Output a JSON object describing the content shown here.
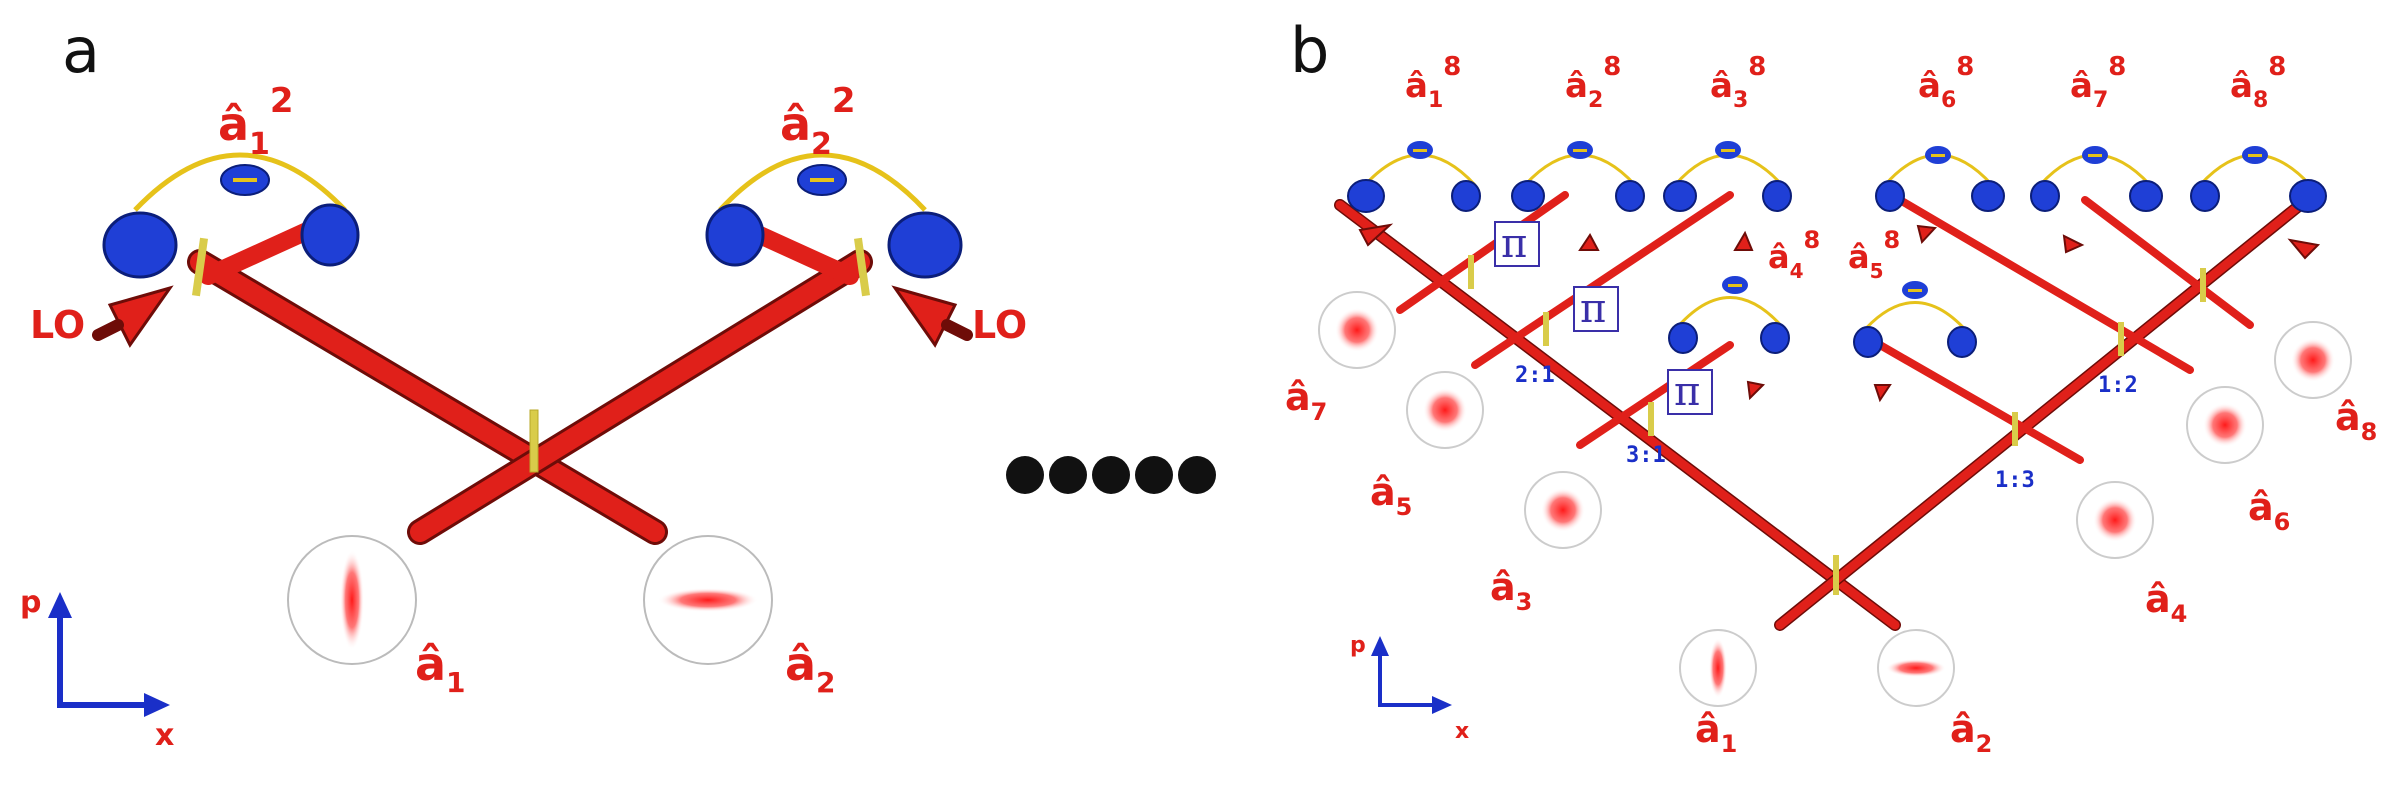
{
  "panels": {
    "a": {
      "label": "a",
      "lo_left": "LO",
      "lo_right": "LO",
      "loops": [
        {
          "base": "â",
          "sub": "1",
          "sup": "2"
        },
        {
          "base": "â",
          "sub": "2",
          "sup": "2"
        }
      ],
      "modes": [
        {
          "base": "â",
          "sub": "1"
        },
        {
          "base": "â",
          "sub": "2"
        }
      ],
      "axes": {
        "vertical": "p",
        "horizontal": "x"
      }
    },
    "b": {
      "label": "b",
      "top_loops": [
        {
          "base": "â",
          "sub": "1",
          "sup": "8"
        },
        {
          "base": "â",
          "sub": "2",
          "sup": "8"
        },
        {
          "base": "â",
          "sub": "3",
          "sup": "8"
        },
        {
          "base": "â",
          "sub": "6",
          "sup": "8"
        },
        {
          "base": "â",
          "sub": "7",
          "sup": "8"
        },
        {
          "base": "â",
          "sub": "8",
          "sup": "8"
        }
      ],
      "inner_loops": [
        {
          "base": "â",
          "sub": "4",
          "sup": "8"
        },
        {
          "base": "â",
          "sub": "5",
          "sup": "8"
        }
      ],
      "modes": [
        {
          "base": "â",
          "sub": "1"
        },
        {
          "base": "â",
          "sub": "2"
        },
        {
          "base": "â",
          "sub": "3"
        },
        {
          "base": "â",
          "sub": "4"
        },
        {
          "base": "â",
          "sub": "5"
        },
        {
          "base": "â",
          "sub": "6"
        },
        {
          "base": "â",
          "sub": "7"
        },
        {
          "base": "â",
          "sub": "8"
        }
      ],
      "ratios": [
        "2:1",
        "3:1",
        "1:2",
        "1:3"
      ],
      "phase_labels": [
        "π",
        "π",
        "π"
      ],
      "axes": {
        "vertical": "p",
        "horizontal": "x"
      }
    }
  },
  "colors": {
    "beam": "#e0201a",
    "beam_dark": "#6e0c08",
    "detector": "#1f3fd6",
    "loop": "#e6c21a",
    "splitter": "#d9cc4a",
    "axis": "#1a2fc8",
    "label": "#e0201a",
    "ratio": "#1a2fc8",
    "phase_box": "#3a2fa8"
  }
}
